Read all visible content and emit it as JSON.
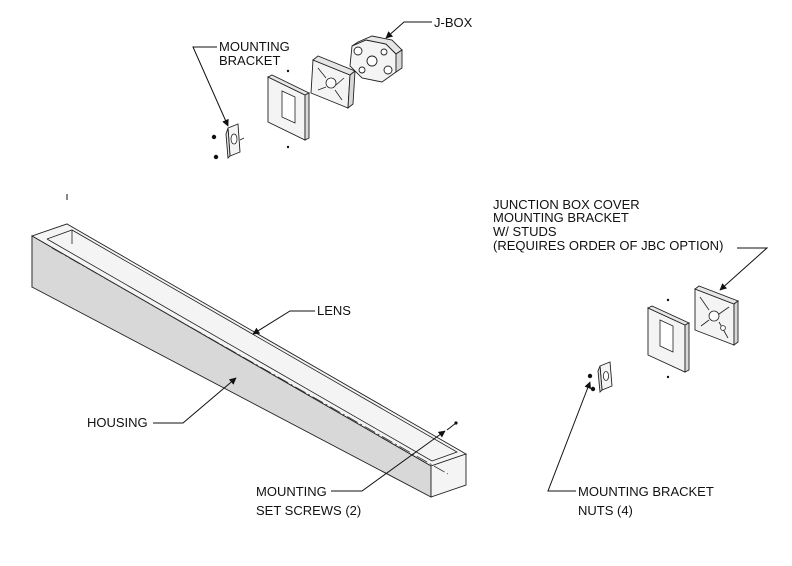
{
  "labels": {
    "mounting_bracket": [
      "MOUNTING",
      "BRACKET"
    ],
    "jbox": "J-BOX",
    "jbc_bracket": [
      "JUNCTION BOX COVER",
      "MOUNTING BRACKET",
      "W/ STUDS",
      "(REQUIRES ORDER OF JBC OPTION)"
    ],
    "lens": "LENS",
    "housing": "HOUSING",
    "set_screws": [
      "MOUNTING",
      "SET SCREWS (2)"
    ],
    "bracket_nuts": [
      "MOUNTING BRACKET",
      "NUTS (4)"
    ]
  }
}
